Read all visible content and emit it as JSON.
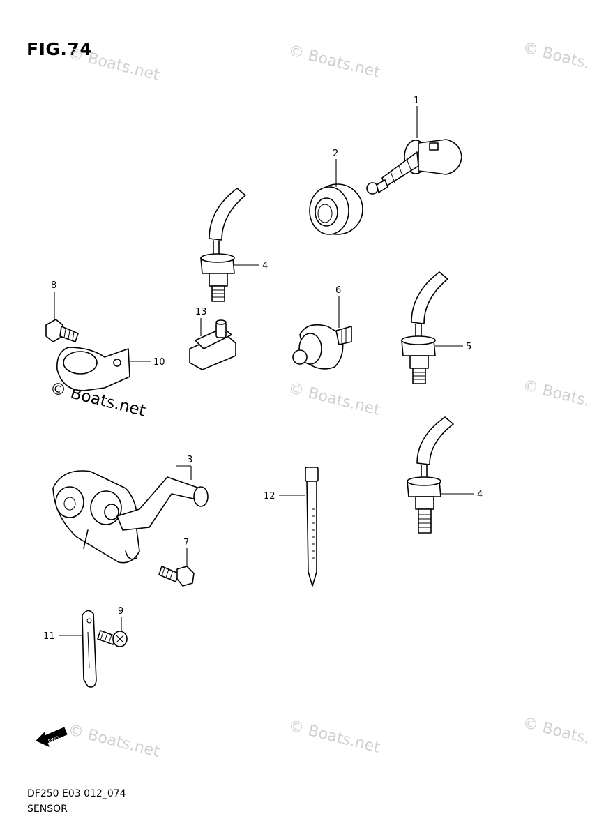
{
  "figure": {
    "title": "FIG.74"
  },
  "footer": {
    "code": "DF250 E03 012_074",
    "section": "SENSOR"
  },
  "watermark": {
    "text": "© Boats.net"
  },
  "fwd_label": "FWD",
  "callouts": {
    "c1": "1",
    "c2": "2",
    "c3": "3",
    "c4a": "4",
    "c4b": "4",
    "c5": "5",
    "c6": "6",
    "c7": "7",
    "c8": "8",
    "c9": "9",
    "c10": "10",
    "c11": "11",
    "c12": "12",
    "c13": "13"
  }
}
